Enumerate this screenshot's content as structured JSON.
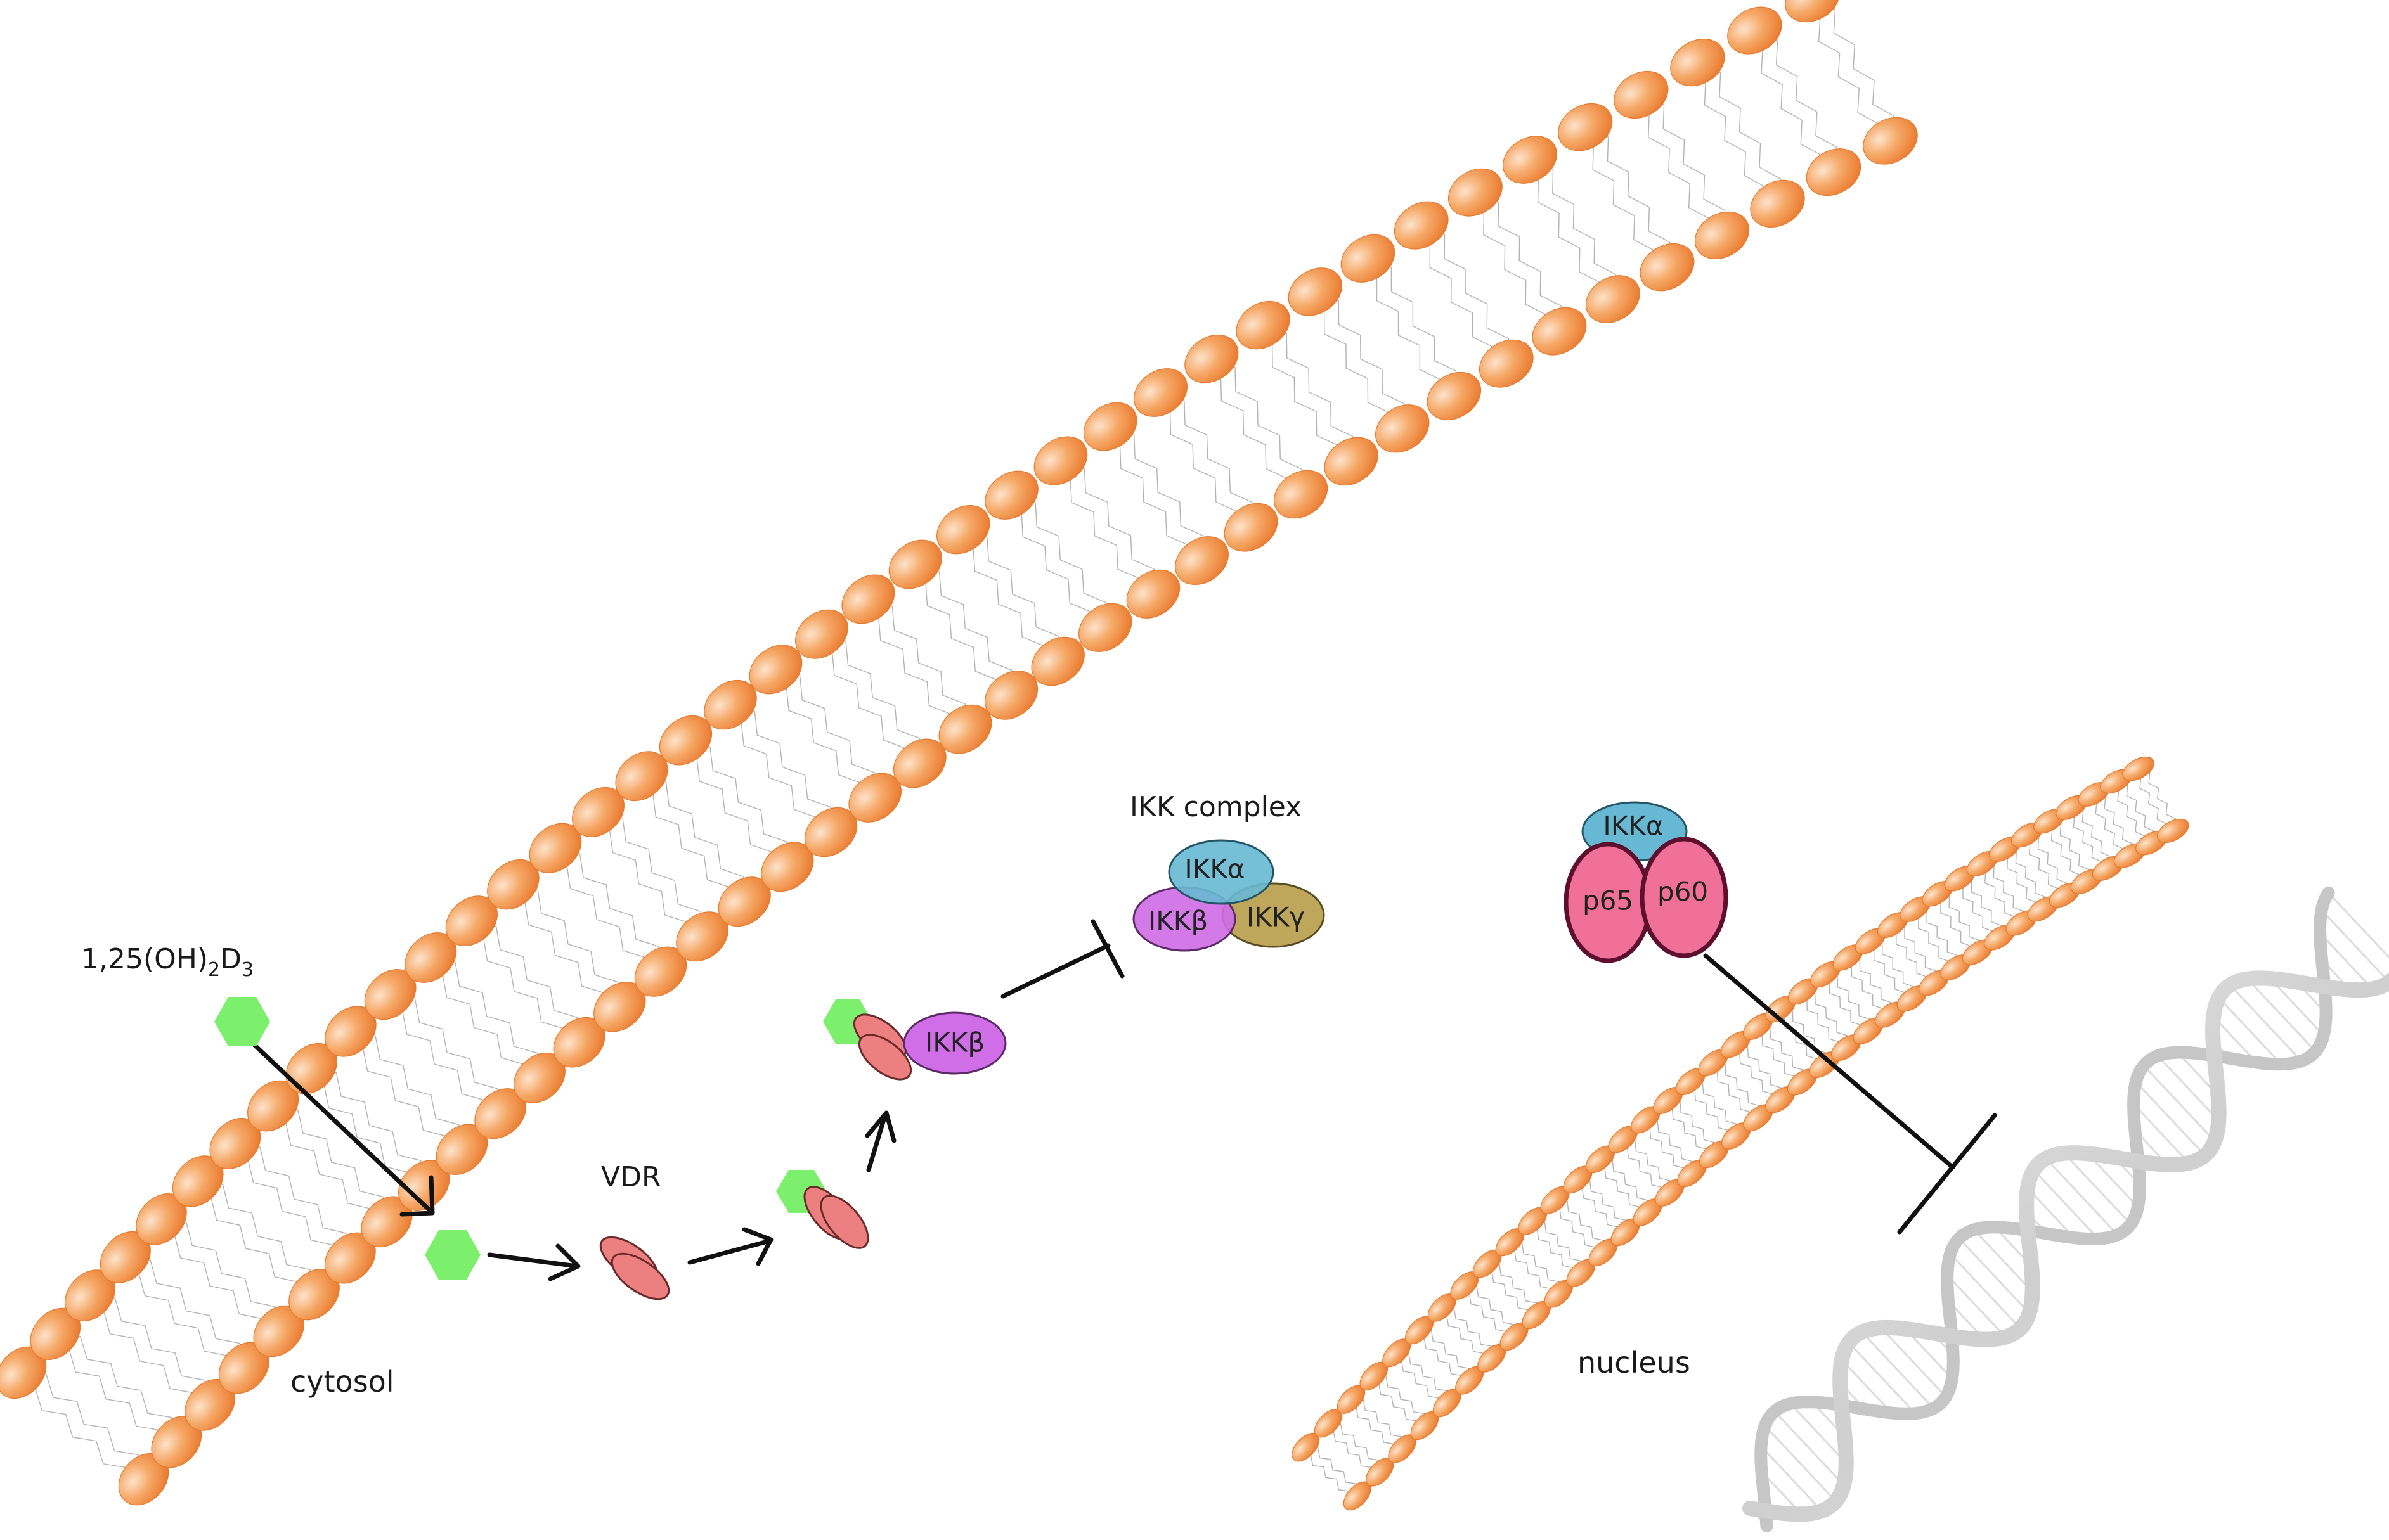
{
  "labels": {
    "ligand_prefix": "1,25(OH)",
    "ligand_sub1": "2",
    "ligand_mid": "D",
    "ligand_sub2": "3",
    "cytosol": "cytosol",
    "vdr": "VDR",
    "ikk_complex": "IKK complex",
    "nucleus": "nucleus"
  },
  "proteins": {
    "ikk_alpha": "IKKα",
    "ikk_beta": "IKKβ",
    "ikk_gamma": "IKKγ",
    "ikk_beta_bound": "IKKβ",
    "ikk_alpha_nuclear": "IKKα",
    "p65": "p65",
    "p60": "p60"
  },
  "colors": {
    "lipid_head": "#f08a3e",
    "lipid_head_light": "#fbd2b0",
    "ligand": "#7cf06c",
    "vdr": "#ec8080",
    "ikk_alpha": "#67b9d3",
    "ikk_beta": "#cf6ee6",
    "ikk_gamma": "#b8a04c",
    "nfkb": "#f0709a",
    "dna": "#d4d4d4"
  }
}
